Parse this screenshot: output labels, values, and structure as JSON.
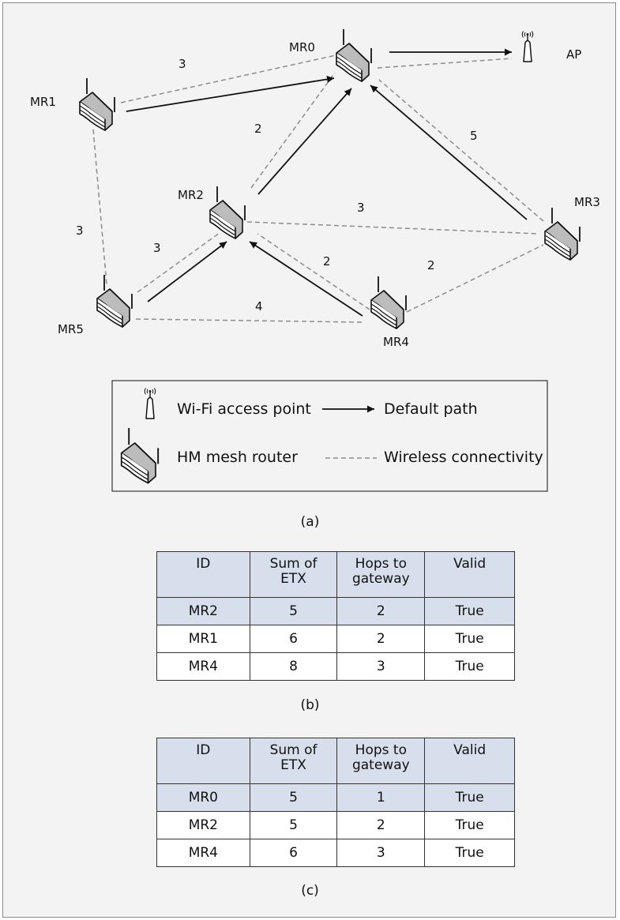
{
  "diagram": {
    "nodes": [
      {
        "id": "MR0",
        "label": "MR0",
        "kind": "router"
      },
      {
        "id": "MR1",
        "label": "MR1",
        "kind": "router"
      },
      {
        "id": "MR2",
        "label": "MR2",
        "kind": "router"
      },
      {
        "id": "MR3",
        "label": "MR3",
        "kind": "router"
      },
      {
        "id": "MR4",
        "label": "MR4",
        "kind": "router"
      },
      {
        "id": "MR5",
        "label": "MR5",
        "kind": "router"
      },
      {
        "id": "AP",
        "label": "AP",
        "kind": "access-point"
      }
    ],
    "wireless_links": [
      {
        "from": "MR1",
        "to": "MR0",
        "etx": "3"
      },
      {
        "from": "MR2",
        "to": "MR0",
        "etx": "2"
      },
      {
        "from": "MR3",
        "to": "MR0",
        "etx": "5"
      },
      {
        "from": "MR2",
        "to": "MR3",
        "etx": "3"
      },
      {
        "from": "MR1",
        "to": "MR5",
        "etx": "3"
      },
      {
        "from": "MR5",
        "to": "MR2",
        "etx": "3"
      },
      {
        "from": "MR4",
        "to": "MR2",
        "etx": "2"
      },
      {
        "from": "MR4",
        "to": "MR3",
        "etx": "2"
      },
      {
        "from": "MR5",
        "to": "MR4",
        "etx": "4"
      },
      {
        "from": "MR0",
        "to": "AP",
        "etx": ""
      }
    ],
    "default_paths": [
      {
        "from": "MR1",
        "to": "MR0"
      },
      {
        "from": "MR2",
        "to": "MR0"
      },
      {
        "from": "MR3",
        "to": "MR0"
      },
      {
        "from": "MR5",
        "to": "MR2"
      },
      {
        "from": "MR4",
        "to": "MR2"
      },
      {
        "from": "MR0",
        "to": "AP"
      }
    ]
  },
  "legend": {
    "wifi_ap": "Wi-Fi access point",
    "default_path": "Default path",
    "mesh_router": "HM mesh router",
    "wireless_connectivity": "Wireless connectivity"
  },
  "captions": {
    "a": "(a)",
    "b": "(b)",
    "c": "(c)"
  },
  "table_headers": {
    "id": "ID",
    "etx_line1": "Sum of",
    "etx_line2": "ETX",
    "hops_line1": "Hops to",
    "hops_line2": "gateway",
    "valid": "Valid"
  },
  "table_b": {
    "rows": [
      {
        "id": "MR2",
        "etx": "5",
        "hops": "2",
        "valid": "True",
        "highlight": true
      },
      {
        "id": "MR1",
        "etx": "6",
        "hops": "2",
        "valid": "True",
        "highlight": false
      },
      {
        "id": "MR4",
        "etx": "8",
        "hops": "3",
        "valid": "True",
        "highlight": false
      }
    ]
  },
  "table_c": {
    "rows": [
      {
        "id": "MR0",
        "etx": "5",
        "hops": "1",
        "valid": "True",
        "highlight": true
      },
      {
        "id": "MR2",
        "etx": "5",
        "hops": "2",
        "valid": "True",
        "highlight": false
      },
      {
        "id": "MR4",
        "etx": "6",
        "hops": "3",
        "valid": "True",
        "highlight": false
      }
    ]
  },
  "colors": {
    "background": "#f3f3f4",
    "header_fill": "#d8dfec",
    "dashed_link": "#8c8c8c",
    "path_arrow": "#111111"
  }
}
